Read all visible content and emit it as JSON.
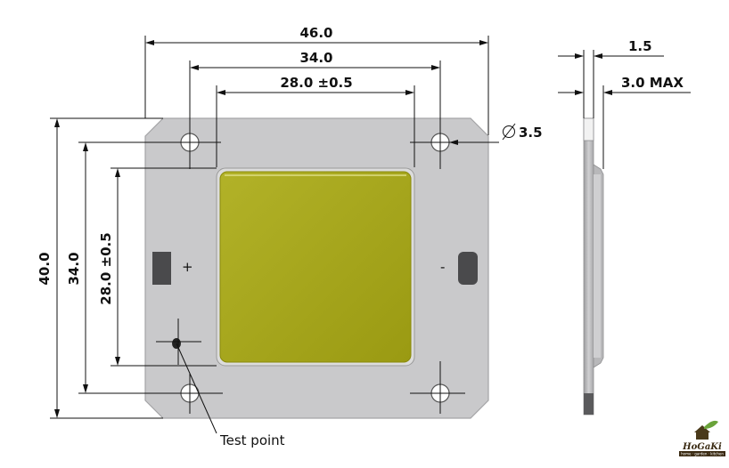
{
  "dimensions": {
    "width_overall": "46.0",
    "hole_pitch_x": "34.0",
    "emitter_width": "28.0 ±0.5",
    "height_overall": "40.0",
    "hole_pitch_y": "34.0",
    "emitter_height": "28.0 ±0.5",
    "hole_diameter": "3.5",
    "substrate_thickness": "1.5",
    "max_height": "3.0 MAX"
  },
  "polarity": {
    "positive": "+",
    "negative": "-"
  },
  "labels": {
    "test_point": "Test point"
  },
  "logo": {
    "name": "HoGaKi",
    "tagline": "home · garden · kitchen"
  },
  "colors": {
    "board": "#c9c9cb",
    "board_edge": "#a4a4a6",
    "emitter": "#a3a31b",
    "emitter_highlight": "#d8d87a",
    "pad": "#4a4a4c",
    "side_profile": "#c0c0c2"
  }
}
